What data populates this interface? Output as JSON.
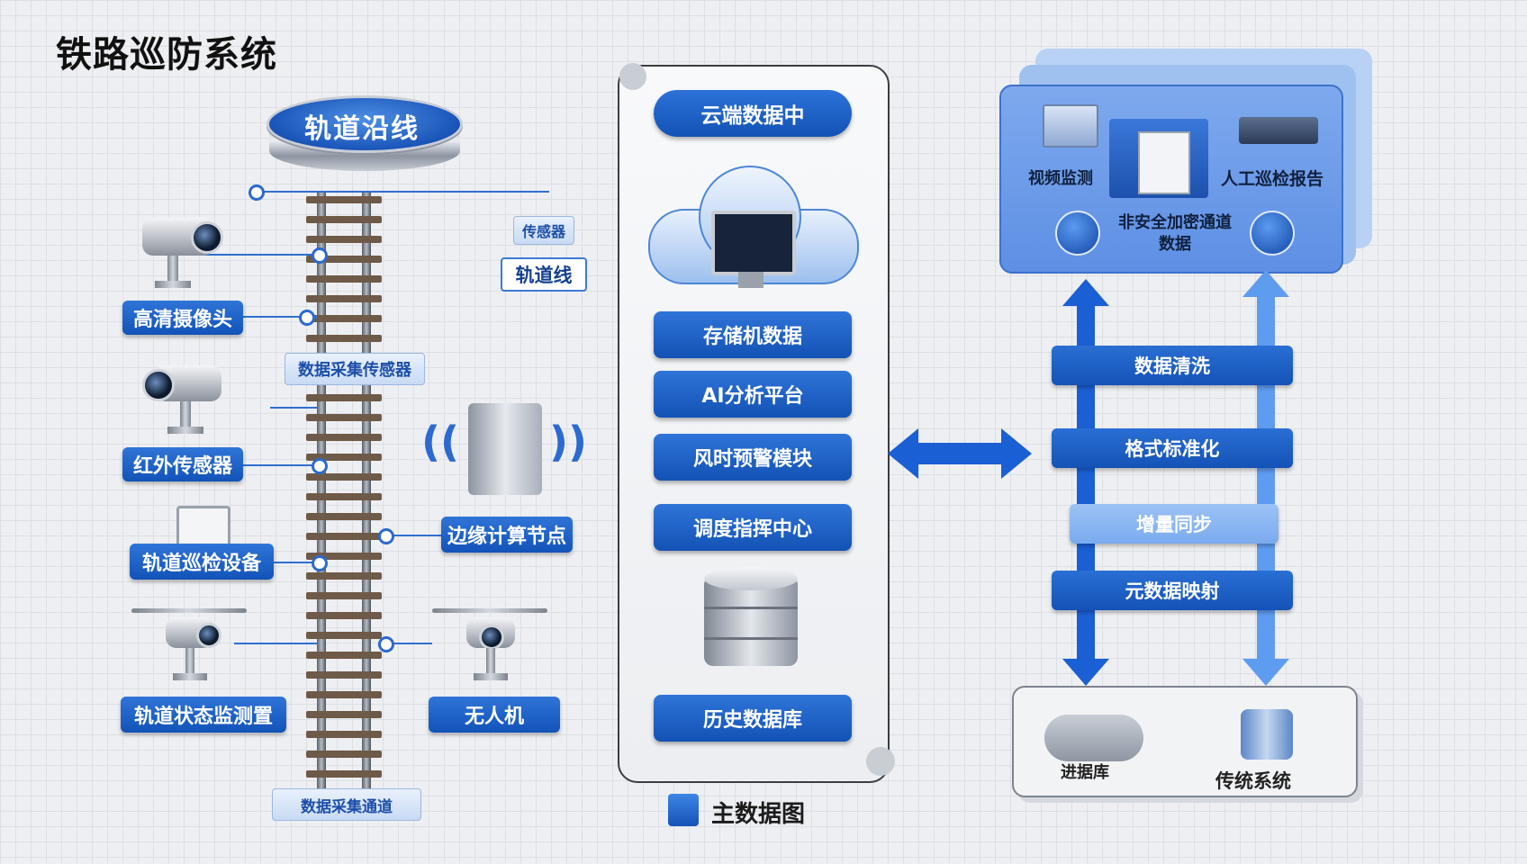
{
  "title": "铁路巡防系统",
  "disc_label": "轨道沿线",
  "left_labels": {
    "camera": "高清摄像头",
    "infrared": "红外传感器",
    "inspection": "轨道巡检设备",
    "track_monitor": "轨道状态监测置",
    "edge_node": "边缘计算节点",
    "drone": "无人机"
  },
  "pale_labels": {
    "top_tag": "传感器",
    "right_tag": "轨道线",
    "mid_tag": "数据采集传感器",
    "bottom_tag": "数据采集通道"
  },
  "panel": {
    "header": "云端数据中",
    "items": [
      "存储机数据",
      "AI分析平台",
      "风时预警模块",
      "调度指挥中心",
      "历史数据库"
    ]
  },
  "top_card": {
    "video_label": "视频监测",
    "report_label": "人工巡检报告",
    "channel_label_line1": "非安全加密通道",
    "channel_label_line2": "数据"
  },
  "bands": [
    "数据清洗",
    "格式标准化",
    "增量同步",
    "元数据映射"
  ],
  "bottom_card": {
    "left_label": "进据库",
    "right_label": "传统系统"
  },
  "footer_label": "主数据图",
  "colors": {
    "primary": "#1a5bc2",
    "accent": "#2f74d8"
  }
}
